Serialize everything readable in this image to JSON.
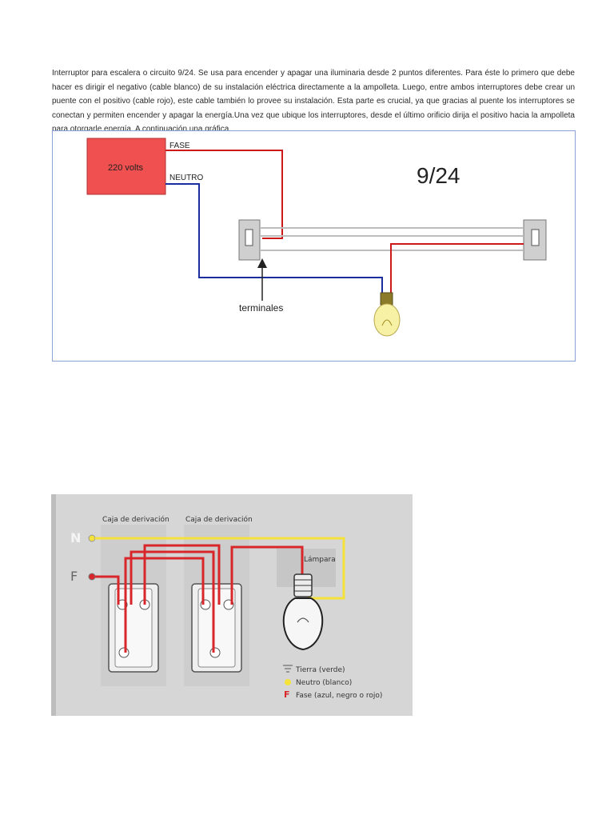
{
  "paragraph": "Interruptor para escalera o circuito 9/24. Se usa para encender y apagar una iluminaria desde 2 puntos diferentes. Para éste lo primero que debe hacer es dirigir el negativo (cable blanco) de su instalación eléctrica directamente a la ampolleta. Luego, entre ambos interruptores debe crear un puente con el positivo (cable rojo), este cable también lo provee su instalación. Esta parte es crucial, ya que gracias al puente los interruptores se conectan y permiten encender y apagar la energía.Una vez que ubique los interruptores, desde el último orificio dirija el positivo hacia la ampolleta para otorgarle energía. A continuación una gráfica.",
  "figure1": {
    "source_label": "220 volts",
    "fase_label": "FASE",
    "neutro_label": "NEUTRO",
    "title": "9/24",
    "terminals_label": "terminales",
    "colors": {
      "source": "#f05050",
      "phase": "#cc1a1a",
      "neutral": "#1a2ea0",
      "border": "#8aa2d8"
    }
  },
  "figure2": {
    "box1_label": "Caja de derivación",
    "box2_label": "Caja de derivación",
    "lamp_label": "Lámpara",
    "n_label": "N",
    "f_label": "F",
    "legend": [
      {
        "symbol": "ground-icon",
        "text": "Tierra (verde)"
      },
      {
        "symbol": "yellow-dot-icon",
        "text": "Neutro (blanco)"
      },
      {
        "symbol": "F",
        "text": "Fase (azul, negro o rojo)"
      }
    ],
    "colors": {
      "neutral": "#f4e23a",
      "phase": "#d8262a",
      "background": "#d9d9d9"
    }
  }
}
